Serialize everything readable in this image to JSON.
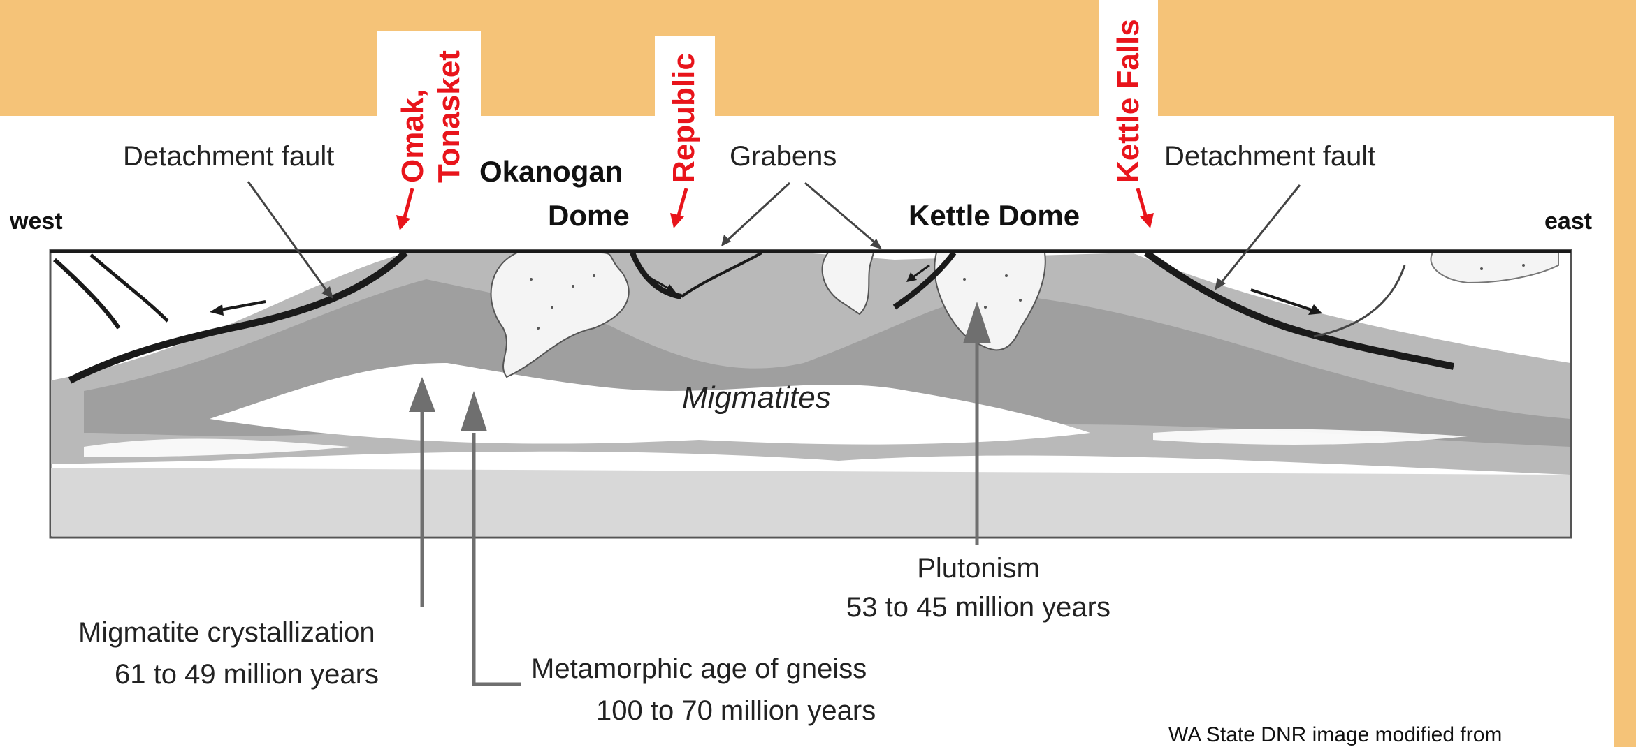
{
  "banner": {
    "background_color": "#f5c378"
  },
  "towns": {
    "omak": "Omak,",
    "tonasket": "Tonasket",
    "republic": "Republic",
    "kettle_falls": "Kettle Falls",
    "color": "#e8141b"
  },
  "labels": {
    "west": "west",
    "east": "east",
    "detachment_fault_left": "Detachment fault",
    "detachment_fault_right": "Detachment fault",
    "okanogan_line1": "Okanogan",
    "okanogan_line2": "Dome",
    "grabens": "Grabens",
    "kettle_dome": "Kettle Dome",
    "migmatites": "Migmatites",
    "plutonism_title": "Plutonism",
    "plutonism_age": "53 to 45 million years",
    "migmatite_title": "Migmatite crystallization",
    "migmatite_age": "61 to 49 million years",
    "gneiss_title": "Metamorphic age of gneiss",
    "gneiss_age": "100 to 70 million years"
  },
  "credit": "WA State DNR image modified from"
}
